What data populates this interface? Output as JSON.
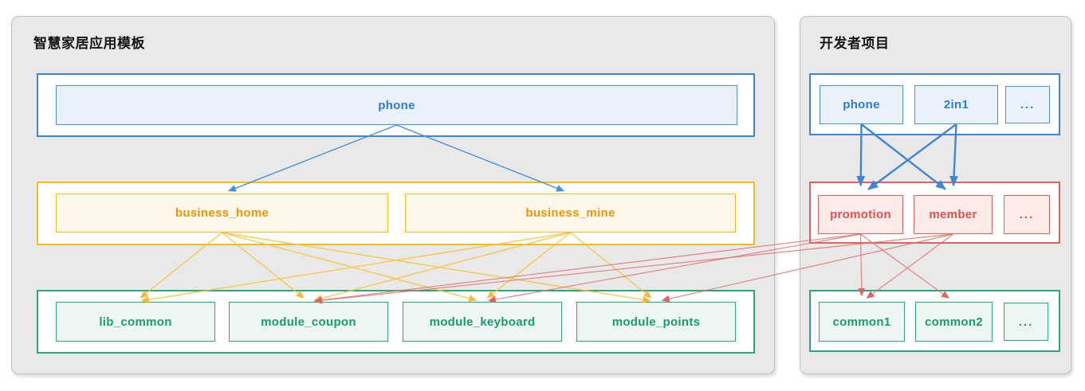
{
  "panels": {
    "template": {
      "title": "智慧家居应用模板"
    },
    "developer": {
      "title": "开发者项目"
    }
  },
  "nodes": {
    "tpl_phone": {
      "label": "phone"
    },
    "tpl_business_home": {
      "label": "business_home"
    },
    "tpl_business_mine": {
      "label": "business_mine"
    },
    "tpl_lib_common": {
      "label": "lib_common"
    },
    "tpl_module_coupon": {
      "label": "module_coupon"
    },
    "tpl_module_keyboard": {
      "label": "module_keyboard"
    },
    "tpl_module_points": {
      "label": "module_points"
    },
    "dev_phone": {
      "label": "phone"
    },
    "dev_2in1": {
      "label": "2in1"
    },
    "dev_more_apps": {
      "label": "..."
    },
    "dev_promotion": {
      "label": "promotion"
    },
    "dev_member": {
      "label": "member"
    },
    "dev_more_business": {
      "label": "..."
    },
    "dev_common1": {
      "label": "common1"
    },
    "dev_common2": {
      "label": "common2"
    },
    "dev_more_common": {
      "label": "..."
    }
  },
  "colors": {
    "panel_bg": "#e9e9e9",
    "blue_border": "#3e86d3",
    "blue_fill": "#e9f2fc",
    "blue_text": "#2e7dd1",
    "yellow_border": "#f6bb1c",
    "cream_fill": "#fdf7e9",
    "orange_text": "#f09305",
    "green_border": "#2aa77b",
    "green_fill": "#edf6f1",
    "green_text": "#179c74",
    "red_border": "#e06361",
    "red_fill": "#fcebe9",
    "red_text": "#e0504f"
  },
  "edge_styles": {
    "blue": {
      "color": "#4a90d8",
      "width": 1.4,
      "marker": "m-blue",
      "inset": 9,
      "opacity": 1
    },
    "blueBig": {
      "color": "#3e86d3",
      "width": 2.4,
      "marker": "m-blue-big",
      "inset": 12,
      "opacity": 1
    },
    "yellow": {
      "color": "#f9c43d",
      "width": 1.3,
      "marker": "m-yellow",
      "inset": 8,
      "opacity": 0.95
    },
    "red": {
      "color": "#e2716e",
      "width": 1.2,
      "marker": "m-red",
      "inset": 8,
      "opacity": 0.85
    }
  },
  "edges": [
    {
      "from": "tpl_phone",
      "to": "tpl_business_home",
      "style": "blue"
    },
    {
      "from": "tpl_phone",
      "to": "tpl_business_mine",
      "style": "blue"
    },
    {
      "from": "tpl_business_home",
      "to": "tpl_lib_common",
      "style": "yellow"
    },
    {
      "from": "tpl_business_home",
      "to": "tpl_module_coupon",
      "style": "yellow"
    },
    {
      "from": "tpl_business_home",
      "to": "tpl_module_keyboard",
      "style": "yellow"
    },
    {
      "from": "tpl_business_home",
      "to": "tpl_module_points",
      "style": "yellow"
    },
    {
      "from": "tpl_business_mine",
      "to": "tpl_lib_common",
      "style": "yellow"
    },
    {
      "from": "tpl_business_mine",
      "to": "tpl_module_coupon",
      "style": "yellow"
    },
    {
      "from": "tpl_business_mine",
      "to": "tpl_module_keyboard",
      "style": "yellow"
    },
    {
      "from": "tpl_business_mine",
      "to": "tpl_module_points",
      "style": "yellow"
    },
    {
      "from": "dev_phone",
      "to": "dev_promotion",
      "style": "blueBig"
    },
    {
      "from": "dev_phone",
      "to": "dev_member",
      "style": "blueBig"
    },
    {
      "from": "dev_2in1",
      "to": "dev_promotion",
      "style": "blueBig"
    },
    {
      "from": "dev_2in1",
      "to": "dev_member",
      "style": "blueBig"
    },
    {
      "from": "dev_promotion",
      "to": "dev_common1",
      "style": "red"
    },
    {
      "from": "dev_promotion",
      "to": "dev_common2",
      "style": "red"
    },
    {
      "from": "dev_member",
      "to": "dev_common1",
      "style": "red"
    },
    {
      "from": "dev_promotion",
      "to": "tpl_module_coupon",
      "style": "red"
    },
    {
      "from": "dev_promotion",
      "to": "tpl_module_keyboard",
      "style": "red"
    },
    {
      "from": "dev_member",
      "to": "tpl_module_coupon",
      "style": "red"
    },
    {
      "from": "dev_member",
      "to": "tpl_module_points",
      "style": "red"
    }
  ]
}
